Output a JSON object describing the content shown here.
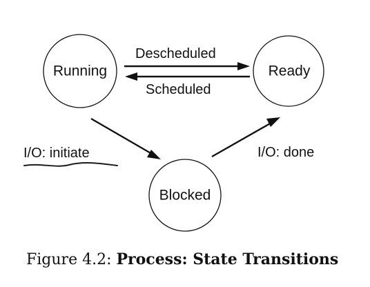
{
  "diagram": {
    "states": {
      "running": "Running",
      "ready": "Ready",
      "blocked": "Blocked"
    },
    "transitions": {
      "descheduled": "Descheduled",
      "scheduled": "Scheduled",
      "io_initiate": "I/O: initiate",
      "io_done": "I/O: done"
    },
    "caption": {
      "prefix": "Figure 4.2: ",
      "title": "Process: State Transitions"
    }
  }
}
